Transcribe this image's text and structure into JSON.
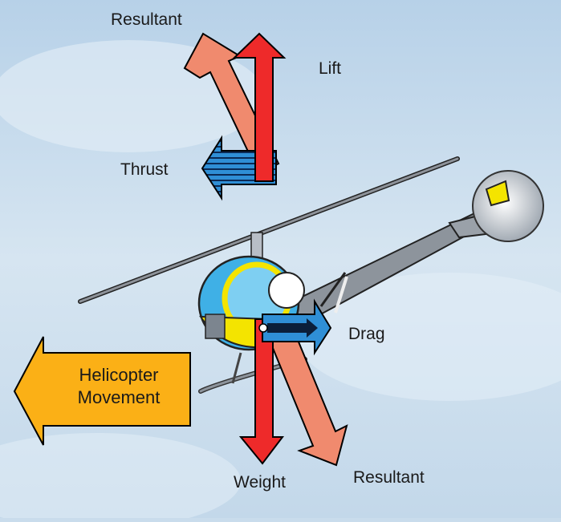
{
  "labels": {
    "resultant_top": "Resultant",
    "lift": "Lift",
    "thrust": "Thrust",
    "drag": "Drag",
    "weight": "Weight",
    "resultant_bottom": "Resultant",
    "movement_line1": "Helicopter",
    "movement_line2": "Movement"
  },
  "colors": {
    "vertical_force": "#ee2a2a",
    "resultant": "#f08a6e",
    "thrust_drag": "#2f8fd6",
    "movement": "#fbb016",
    "sky": "#c9dcec",
    "helicopter_body": "#f4e400"
  },
  "icons": {
    "movement_arrow": "left-arrow-icon",
    "force_arrow": "double-headed-arrow-icon"
  }
}
